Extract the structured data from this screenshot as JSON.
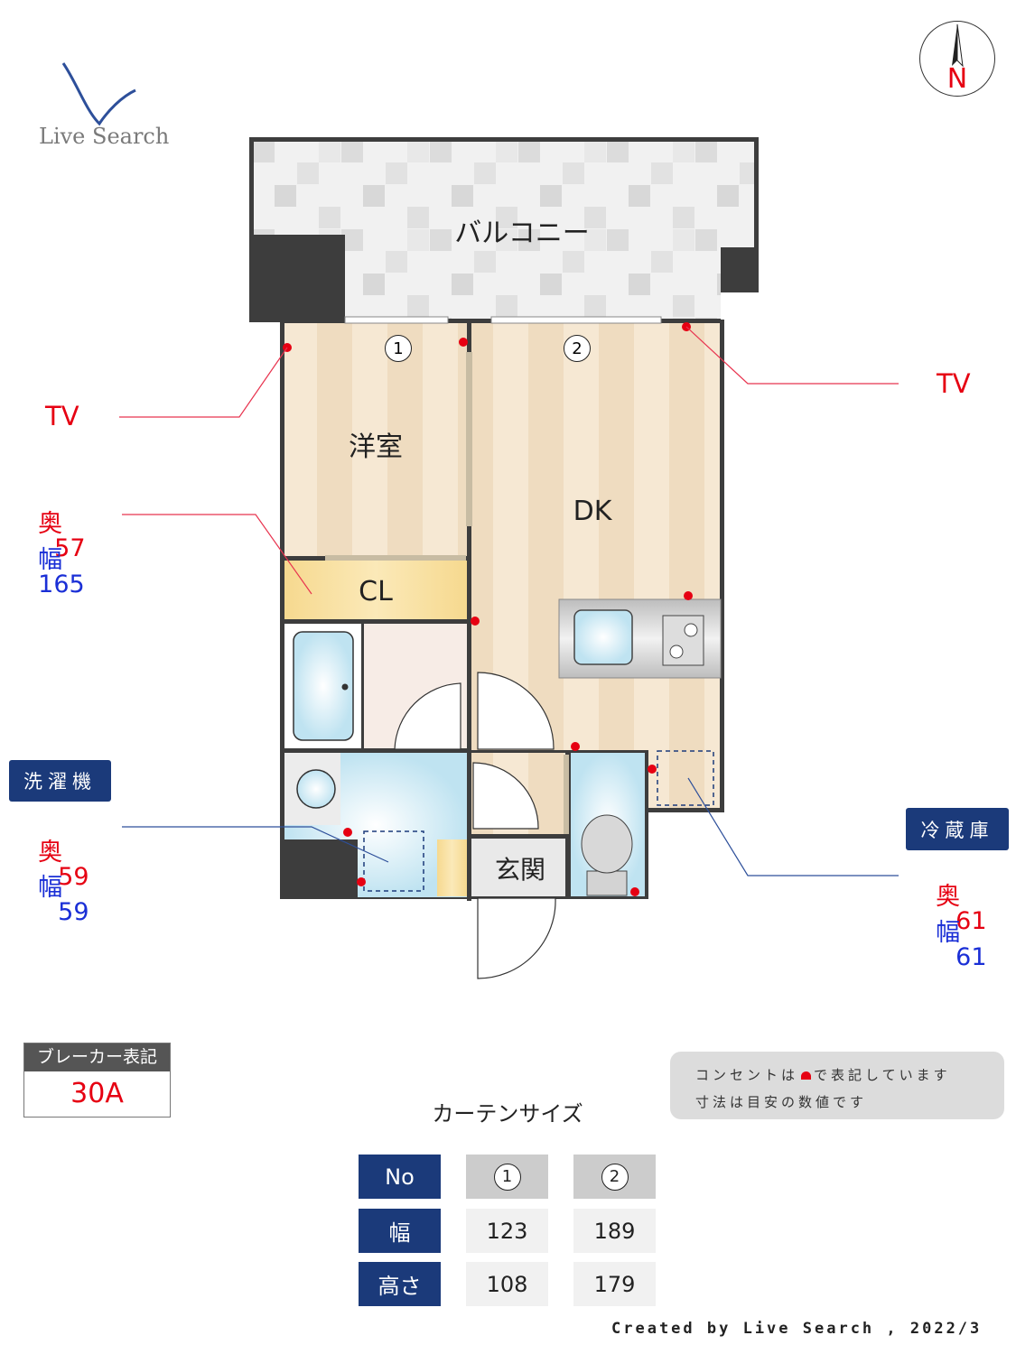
{
  "logo": {
    "text": "Live Search"
  },
  "compass": {
    "label": "N"
  },
  "rooms": {
    "balcony": "バルコニー",
    "western_room": "洋室",
    "dk": "DK",
    "closet": "CL",
    "entrance": "玄関"
  },
  "windows": {
    "w1": "1",
    "w2": "2"
  },
  "callouts": {
    "tv_left": "TV",
    "tv_right": "TV",
    "closet": {
      "depth_label": "奥",
      "depth": "57",
      "width_label": "幅",
      "width": "165"
    },
    "washer": {
      "title": "洗濯機",
      "depth_label": "奥",
      "depth": "59",
      "width_label": "幅",
      "width": "59"
    },
    "fridge": {
      "title": "冷蔵庫",
      "depth_label": "奥",
      "depth": "61",
      "width_label": "幅",
      "width": "61"
    }
  },
  "breaker": {
    "title": "ブレーカー表記",
    "value": "30A"
  },
  "notes": {
    "line1_a": "コンセントは",
    "line1_b": "で表記しています",
    "line2": "寸法は目安の数値です"
  },
  "curtain": {
    "title": "カーテンサイズ",
    "header": [
      "No",
      "1",
      "2"
    ],
    "rows": [
      {
        "label": "幅",
        "values": [
          "123",
          "189"
        ]
      },
      {
        "label": "高さ",
        "values": [
          "108",
          "179"
        ]
      }
    ]
  },
  "footer": {
    "credit": "Created by Live Search , 2022/3"
  },
  "colors": {
    "outlet": "#e60012",
    "navy": "#1b3a7a",
    "wall": "#3d3d3d",
    "floor": "#f3e2c8"
  }
}
